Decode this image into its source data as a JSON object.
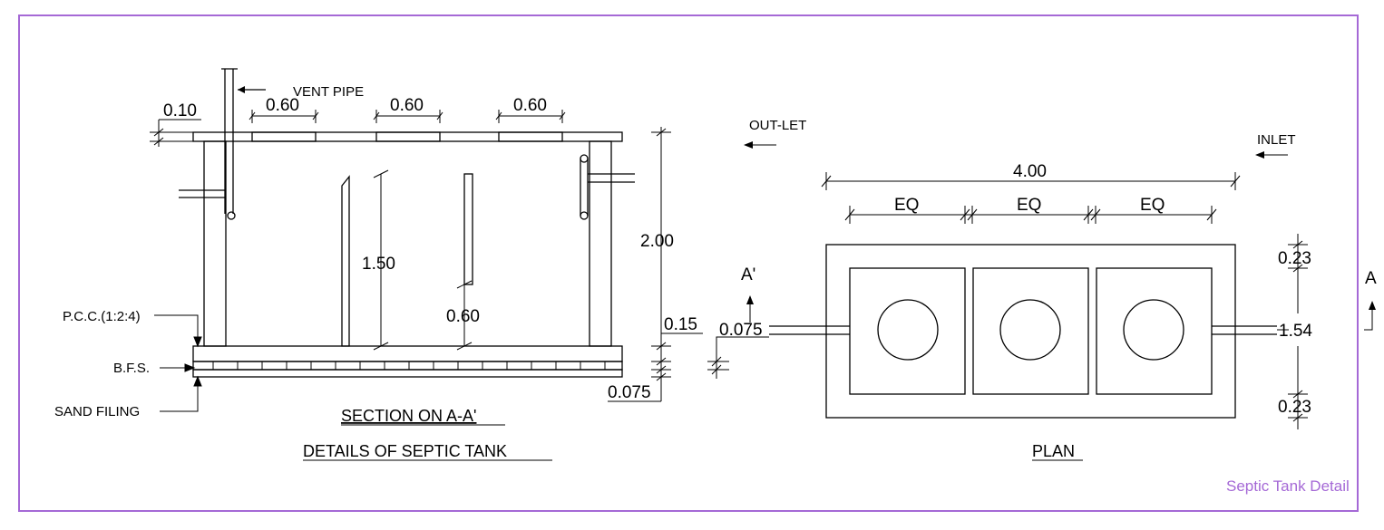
{
  "frame": {
    "border_color": "#a569d6"
  },
  "section": {
    "vent_pipe": "VENT PIPE",
    "slab_openings": [
      "0.60",
      "0.60",
      "0.60"
    ],
    "slab_thickness": "0.10",
    "overall_height": "2.00",
    "baffle_height": "1.50",
    "baffle_gap": "0.60",
    "base_thickness": "0.15",
    "sand_thickness": "0.075",
    "pcc": "P.C.C.(1:2:4)",
    "bfs": "B.F.S.",
    "sand": "SAND FILING",
    "title": "SECTION ON A-A'",
    "subtitle": "DETAILS OF SEPTIC TANK"
  },
  "plan": {
    "outlet": "OUT-LET",
    "inlet": "INLET",
    "overall_length": "4.00",
    "chambers": [
      "EQ",
      "EQ",
      "EQ"
    ],
    "wall_top": "0.23",
    "inner_width": "1.54",
    "wall_bottom": "0.23",
    "pipe_size": "0.075",
    "section_left": "A'",
    "section_right": "A",
    "title": "PLAN"
  },
  "watermark": "Septic Tank Detail"
}
